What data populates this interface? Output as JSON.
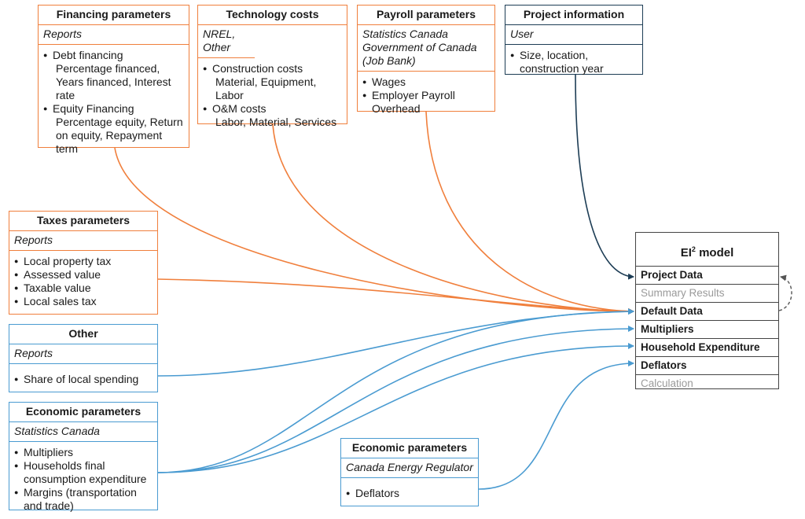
{
  "boxes": {
    "financing": {
      "title": "Financing parameters",
      "source": "Reports",
      "items": [
        {
          "label": "Debt financing",
          "detail": "Percentage financed, Years financed, Interest rate"
        },
        {
          "label": "Equity Financing",
          "detail": "Percentage equity, Return on equity, Repayment term"
        }
      ]
    },
    "technology": {
      "title": "Technology costs",
      "source": "NREL, Other",
      "items": [
        {
          "label": "Construction costs",
          "detail": "Material, Equipment, Labor"
        },
        {
          "label": "O&M costs",
          "detail": "Labor, Material, Services"
        }
      ]
    },
    "payroll": {
      "title": "Payroll parameters",
      "source": "Statistics Canada Government of Canada (Job Bank)",
      "items": [
        {
          "label": "Wages"
        },
        {
          "label": "Employer Payroll Overhead"
        }
      ]
    },
    "project": {
      "title": "Project information",
      "source": "User",
      "items": [
        {
          "label": "Size, location, construction year"
        }
      ]
    },
    "taxes": {
      "title": "Taxes parameters",
      "source": "Reports",
      "items": [
        {
          "label": "Local property tax"
        },
        {
          "label": "Assessed value"
        },
        {
          "label": "Taxable value"
        },
        {
          "label": "Local sales tax"
        }
      ]
    },
    "other": {
      "title": "Other",
      "source": "Reports",
      "items": [
        {
          "label": "Share of local spending"
        }
      ]
    },
    "economic_sc": {
      "title": "Economic parameters",
      "source": "Statistics Canada",
      "items": [
        {
          "label": "Multipliers"
        },
        {
          "label": "Households final consumption expenditure"
        },
        {
          "label": "Margins (transportation and trade)"
        }
      ]
    },
    "economic_cer": {
      "title": "Economic parameters",
      "source": "Canada Energy Regulator",
      "items": [
        {
          "label": "Deflators"
        }
      ]
    }
  },
  "model": {
    "title_main": "EI",
    "title_sup": "2",
    "title_rest": " model",
    "rows": [
      {
        "label": "Project Data",
        "muted": false
      },
      {
        "label": "Summary Results",
        "muted": true
      },
      {
        "label": "Default Data",
        "muted": false
      },
      {
        "label": "Multipliers",
        "muted": false
      },
      {
        "label": "Household Expenditure",
        "muted": false
      },
      {
        "label": "Deflators",
        "muted": false
      },
      {
        "label": "Calculation",
        "muted": true
      }
    ]
  },
  "colors": {
    "orange": "#f07f3c",
    "blue": "#4a9bd1",
    "navy": "#1d3d55",
    "gray": "#444444"
  }
}
